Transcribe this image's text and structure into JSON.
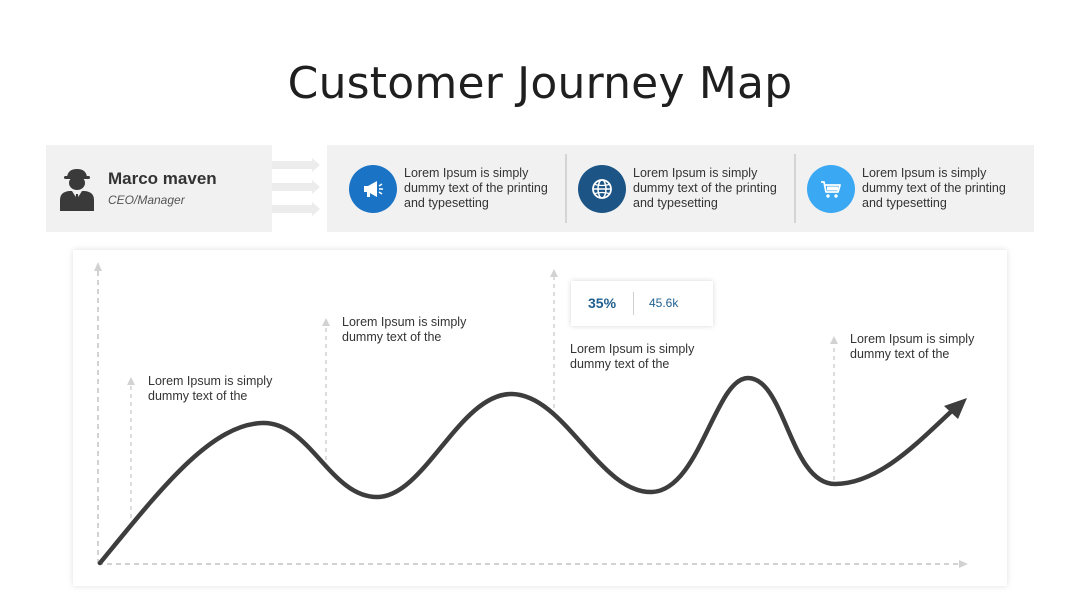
{
  "title": "Customer Journey Map",
  "profile": {
    "name": "Marco maven",
    "role": "CEO/Manager",
    "icon": "person-icon"
  },
  "features": [
    {
      "icon": "megaphone-icon",
      "color": "#1a73c4",
      "text": "Lorem Ipsum is simply dummy text of the printing and typesetting"
    },
    {
      "icon": "globe-icon",
      "color": "#1c5585",
      "text": "Lorem Ipsum is simply dummy text of the printing and typesetting"
    },
    {
      "icon": "cart-icon",
      "color": "#3aa8f2",
      "text": "Lorem Ipsum is simply dummy text of the printing and typesetting"
    }
  ],
  "journey": {
    "notes": [
      "Lorem Ipsum is simply dummy text of the",
      "Lorem Ipsum is simply dummy text of the",
      "Lorem Ipsum is simply dummy text of the",
      "Lorem Ipsum is simply dummy text of the"
    ],
    "stat": {
      "percent": "35%",
      "value": "45.6k"
    },
    "line_color": "#3d3d3d"
  }
}
